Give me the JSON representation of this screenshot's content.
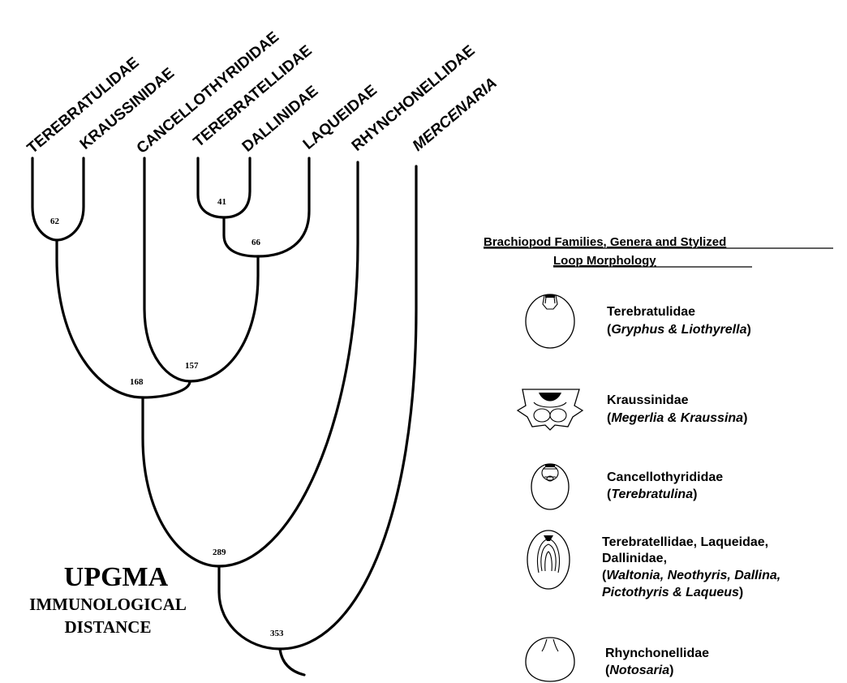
{
  "taxa": {
    "terebratulidae": "TEREBRATULIDAE",
    "kraussinidae": "KRAUSSINIDAE",
    "cancellothyrididae": "CANCELLOTHYRIDIDAE",
    "terebratellidae": "TEREBRATELLIDAE",
    "dallinidae": "DALLINIDAE",
    "laqueidae": "LAQUEIDAE",
    "rhynchonellidae": "RHYNCHONELLIDAE",
    "mercenaria": "MERCENARIA"
  },
  "nodes": {
    "n62": "62",
    "n41": "41",
    "n66": "66",
    "n157": "157",
    "n168": "168",
    "n289": "289",
    "n353": "353"
  },
  "method": {
    "title": "UPGMA",
    "subtitle_line1": "IMMUNOLOGICAL",
    "subtitle_line2": "DISTANCE"
  },
  "legend": {
    "title_line1": "Brachiopod Families, Genera and Stylized",
    "title_line2": "Loop Morphology",
    "entries": [
      {
        "family": "Terebratulidae",
        "genera_open": "(",
        "genera": "Gryphus & Liothyrella",
        "genera_close": ")",
        "icon": "terebratulid-loop-icon"
      },
      {
        "family": "Kraussinidae",
        "genera_open": "(",
        "genera": "Megerlia & Kraussina",
        "genera_close": ")",
        "icon": "kraussinid-loop-icon"
      },
      {
        "family": "Cancellothyrididae",
        "genera_open": "(",
        "genera": "Terebratulina",
        "genera_close": ")",
        "icon": "cancellothyridid-loop-icon"
      },
      {
        "family_line1": "Terebratellidae, Laqueidae,",
        "family_line2": "Dallinidae,",
        "genera_open": "(",
        "genera_line1": "Waltonia, Neothyris, Dallina,",
        "genera_line2": "Pictothyris & Laqueus",
        "genera_close": ")",
        "icon": "terebratellid-loop-icon"
      },
      {
        "family": "Rhynchonellidae",
        "genera_open": "(",
        "genera": "Notosaria",
        "genera_close": ")",
        "icon": "rhynchonellid-loop-icon"
      }
    ]
  }
}
